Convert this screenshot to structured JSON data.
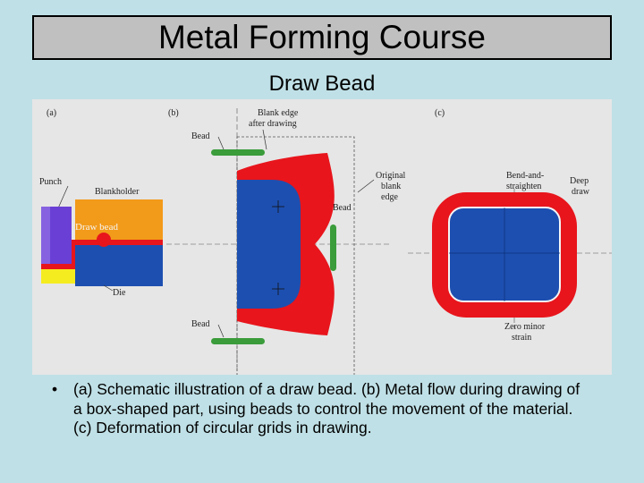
{
  "slide": {
    "title": "Metal Forming Course",
    "subtitle": "Draw Bead",
    "bullet_marker": "•",
    "bullet_text": "(a) Schematic illustration of a draw bead. (b) Metal flow during drawing of a box-shaped part, using beads to control the movement of the material. (c) Deformation of circular grids in drawing."
  },
  "figure": {
    "panel_a": {
      "tag": "(a)",
      "punch": "Punch",
      "blankholder": "Blankholder",
      "draw_bead": "Draw bead",
      "die": "Die"
    },
    "panel_b": {
      "tag": "(b)",
      "bead_top": "Bead",
      "blank_edge_line1": "Blank edge",
      "blank_edge_line2": "after drawing",
      "original_line1": "Original",
      "original_line2": "blank",
      "original_line3": "edge",
      "bead_right": "Bead",
      "bead_bottom": "Bead"
    },
    "panel_c": {
      "tag": "(c)",
      "bend_line1": "Bend-and-",
      "bend_line2": "straighten",
      "deep_line1": "Deep",
      "deep_line2": "draw",
      "zero_line1": "Zero minor",
      "zero_line2": "strain"
    },
    "colors": {
      "blue": "#1d4fb0",
      "red": "#e8151c",
      "green": "#3a9c3a",
      "orange": "#f29a1a",
      "purple": "#6a3fd6",
      "yellow": "#f5ec20",
      "figure_bg": "#e6e6e6",
      "slide_bg": "#bfe0e6",
      "title_bg": "#c0c0c0"
    }
  }
}
